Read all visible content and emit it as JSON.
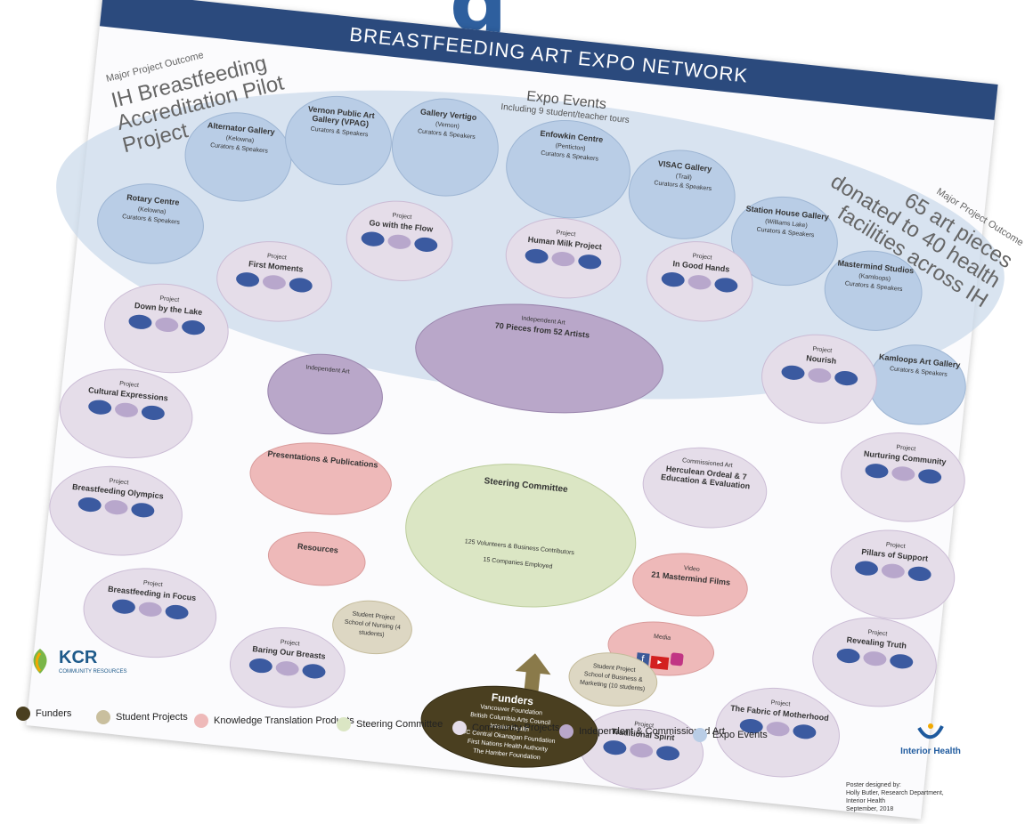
{
  "header": {
    "partial_title_glyph": "g",
    "banner_title": "BREASTFEEDING ART EXPO NETWORK"
  },
  "outcomes": {
    "left_label": "Major Project Outcome",
    "left_text": "IH Breastfeeding Accreditation Pilot Project",
    "right_label": "Major Project Outcome",
    "right_text": "65 art pieces donated to 40 health facilities across IH"
  },
  "expo": {
    "title": "Expo Events",
    "subtitle": "Including 9 student/teacher tours",
    "galleries": [
      {
        "name": "Rotary Centre",
        "location": "(Kelowna)",
        "sub": "Curators & Speakers"
      },
      {
        "name": "Alternator Gallery",
        "location": "(Kelowna)",
        "sub": "Curators & Speakers"
      },
      {
        "name": "Vernon Public Art Gallery (VPAG)",
        "location": "",
        "sub": "Curators & Speakers"
      },
      {
        "name": "Gallery Vertigo",
        "location": "(Vernon)",
        "sub": "Curators & Speakers"
      },
      {
        "name": "Enfowkin Centre",
        "location": "(Penticton)",
        "sub": "Curators & Speakers"
      },
      {
        "name": "VISAC Gallery",
        "location": "(Trail)",
        "sub": "Curators & Speakers"
      },
      {
        "name": "Station House Gallery",
        "location": "(Williams Lake)",
        "sub": "Curators & Speakers"
      },
      {
        "name": "Mastermind Studios",
        "location": "(Kamloops)",
        "sub": "Curators & Speakers"
      },
      {
        "name": "Kamloops Art Gallery",
        "location": "",
        "sub": "Curators & Speakers"
      }
    ]
  },
  "projects": [
    {
      "label": "Project",
      "name": "Go with the Flow"
    },
    {
      "label": "Project",
      "name": "Human Milk Project"
    },
    {
      "label": "Project",
      "name": "In Good Hands"
    },
    {
      "label": "Project",
      "name": "First Moments"
    },
    {
      "label": "Project",
      "name": "Down by the Lake"
    },
    {
      "label": "Project",
      "name": "Nourish"
    },
    {
      "label": "Project",
      "name": "Cultural Expressions"
    },
    {
      "label": "Project",
      "name": "Nurturing Community"
    },
    {
      "label": "Project",
      "name": "Breastfeeding Olympics"
    },
    {
      "label": "Project",
      "name": "Pillars of Support"
    },
    {
      "label": "Project",
      "name": "Breastfeeding in Focus"
    },
    {
      "label": "Project",
      "name": "Revealing Truth"
    },
    {
      "label": "Project",
      "name": "Baring Our Breasts"
    },
    {
      "label": "Project",
      "name": "Traditional Spirit"
    },
    {
      "label": "Project",
      "name": "The Fabric of Motherhood"
    }
  ],
  "center": {
    "independent_art_label": "Independent Art",
    "independent_art_title": "70 Pieces from 52 Artists",
    "independent_art_cluster": "Independent Art",
    "commissioned_label": "Commissioned Art",
    "commissioned_title": "Herculean Ordeal & 7 Education & Evaluation",
    "presentations": "Presentations & Publications",
    "resources": "Resources",
    "steering_title": "Steering Committee",
    "volunteers": "125 Volunteers & Business Contributors",
    "companies": "15 Companies Employed",
    "video_label": "Video",
    "video_title": "21 Mastermind Films",
    "media_label": "Media",
    "student_left_label": "Student Project",
    "student_left": "School of Nursing (4 students)",
    "student_right_label": "Student Project",
    "student_right": "School of Business & Marketing (10 students)"
  },
  "funders": {
    "title": "Funders",
    "items": [
      "Vancouver Foundation",
      "British Columbia Arts Council",
      "Interior Health",
      "BC Central Okanagan Foundation",
      "First Nations Health Authority",
      "The Hamber Foundation"
    ]
  },
  "legend": [
    {
      "label": "Funders",
      "color": "#4a3f20"
    },
    {
      "label": "Student Projects",
      "color": "#c9bf9e"
    },
    {
      "label": "Knowledge Translation Products",
      "color": "#eeb9b9"
    },
    {
      "label": "Steering Committee",
      "color": "#dbe6c4"
    },
    {
      "label": "Community Projects",
      "color": "#e5dde9"
    },
    {
      "label": "Independent & Commissioned Art",
      "color": "#b9a7c9"
    },
    {
      "label": "Expo Events",
      "color": "#b9cde6"
    }
  ],
  "logos": {
    "kcr_name": "KCR",
    "kcr_sub": "COMMUNITY RESOURCES",
    "ih_name": "Interior Health"
  },
  "credit": {
    "line1": "Poster designed by:",
    "line2": "Holly Butler, Research Department, Interior Health",
    "line3": "September, 2018"
  },
  "media_icons": [
    "facebook-icon",
    "youtube-icon",
    "instagram-icon"
  ]
}
